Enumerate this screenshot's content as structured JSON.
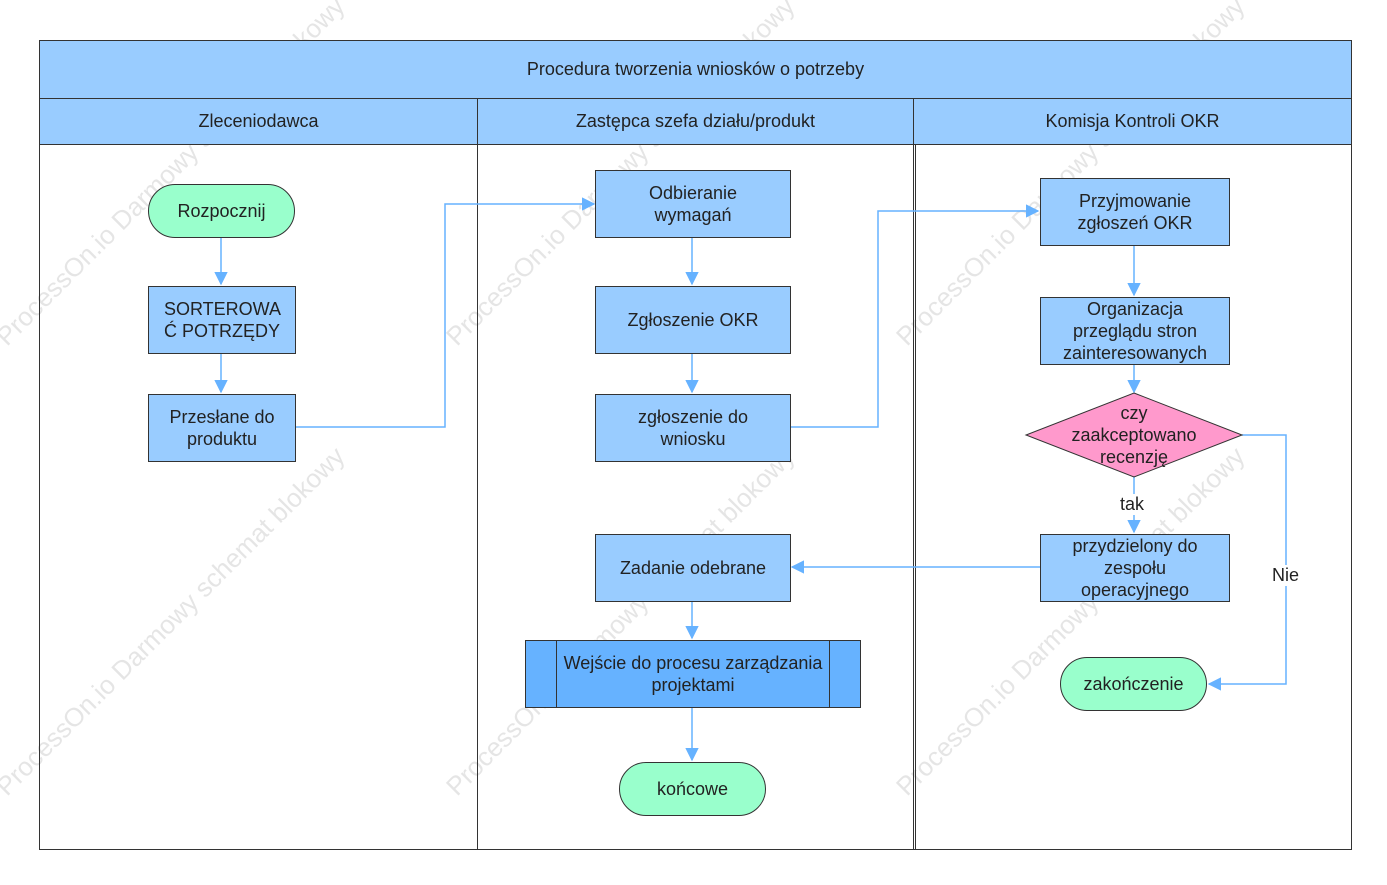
{
  "pool": {
    "title": "Procedura tworzenia wniosków o potrzeby",
    "lanes": [
      "Zleceniodawca",
      "Zastępca szefa działu/produkt",
      "Komisja Kontroli OKR"
    ]
  },
  "nodes": {
    "start": "Rozpocznij",
    "sort": "SORTEROWA Ć POTRZĘDY",
    "sent": "Przesłane do produktu",
    "receive": "Odbieranie wymagań",
    "okr": "Zgłoszenie OKR",
    "apply": "zgłoszenie do wniosku",
    "task": "Zadanie odebrane",
    "project": "Wejście do procesu zarządzania projektami",
    "final": "końcowe",
    "accept": "Przyjmowanie zgłoszeń OKR",
    "review": "Organizacja przeglądu stron zainteresowanych",
    "decision": "czy zaakceptowano recenzję",
    "assigned": "przydzielony do zespołu operacyjnego",
    "end": "zakończenie"
  },
  "edge_labels": {
    "yes": "tak",
    "no": "Nie"
  },
  "watermark": "ProcessOn.io Darmowy schemat blokowy",
  "colors": {
    "header": "#99ccff",
    "process": "#99ccff",
    "terminal": "#99ffcc",
    "subprocess": "#66b2ff",
    "decision": "#ff99cc",
    "connector": "#66b2ff",
    "border": "#333333"
  }
}
